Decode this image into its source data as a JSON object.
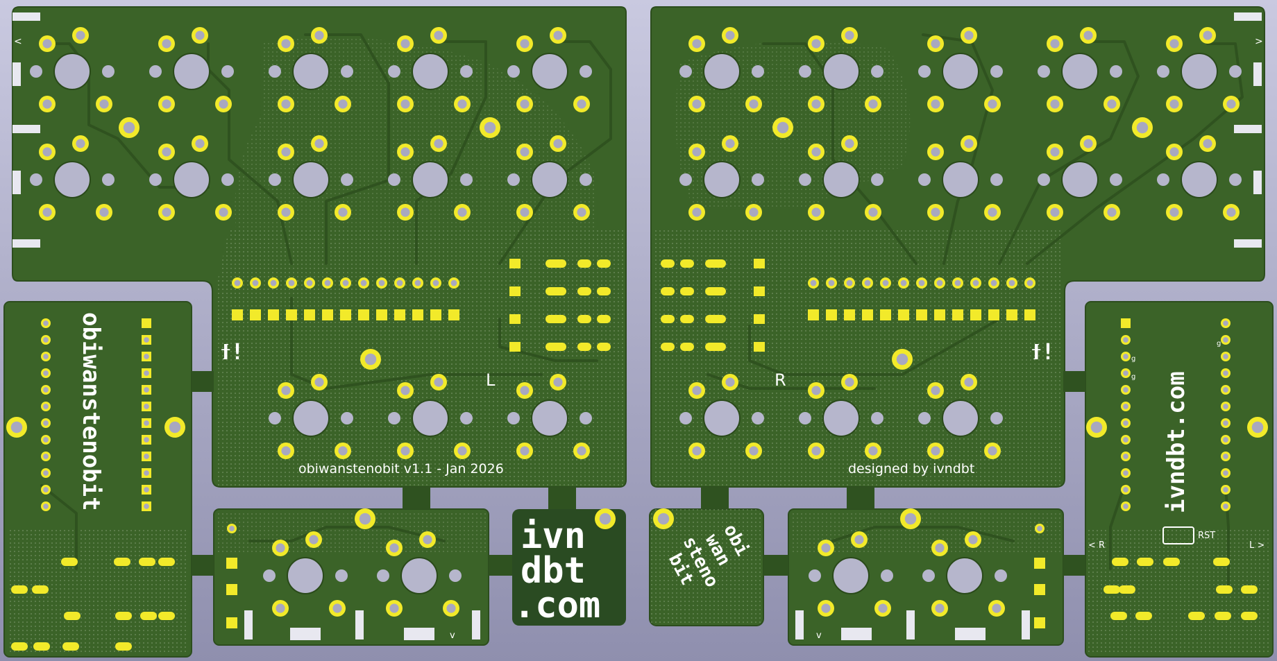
{
  "title_left": "obiwanstenobit v1.1 - Jan 2026",
  "title_right": "designed by ivndbt",
  "side_label_l": "L",
  "side_label_r": "R",
  "vertical_left": "obiwanstenobit",
  "vertical_right": "ivndbt.com",
  "logo_left_lines": [
    "ivn",
    "dbt",
    ".com"
  ],
  "logo_right_lines": [
    "obi",
    "wan",
    "steno",
    "bit"
  ],
  "arrow_tl": "<",
  "arrow_tr": ">",
  "arrow_down_1": "v",
  "arrow_down_2": "v",
  "rst_label": "RST",
  "corner_l": "< R",
  "corner_r": "L >",
  "pin_g": "g",
  "glyph": "ϯ!",
  "colors": {
    "board": "#3b6328",
    "pad": "#f2ea2a",
    "background": "#9c9cb8",
    "silkscreen": "#ffffff"
  }
}
